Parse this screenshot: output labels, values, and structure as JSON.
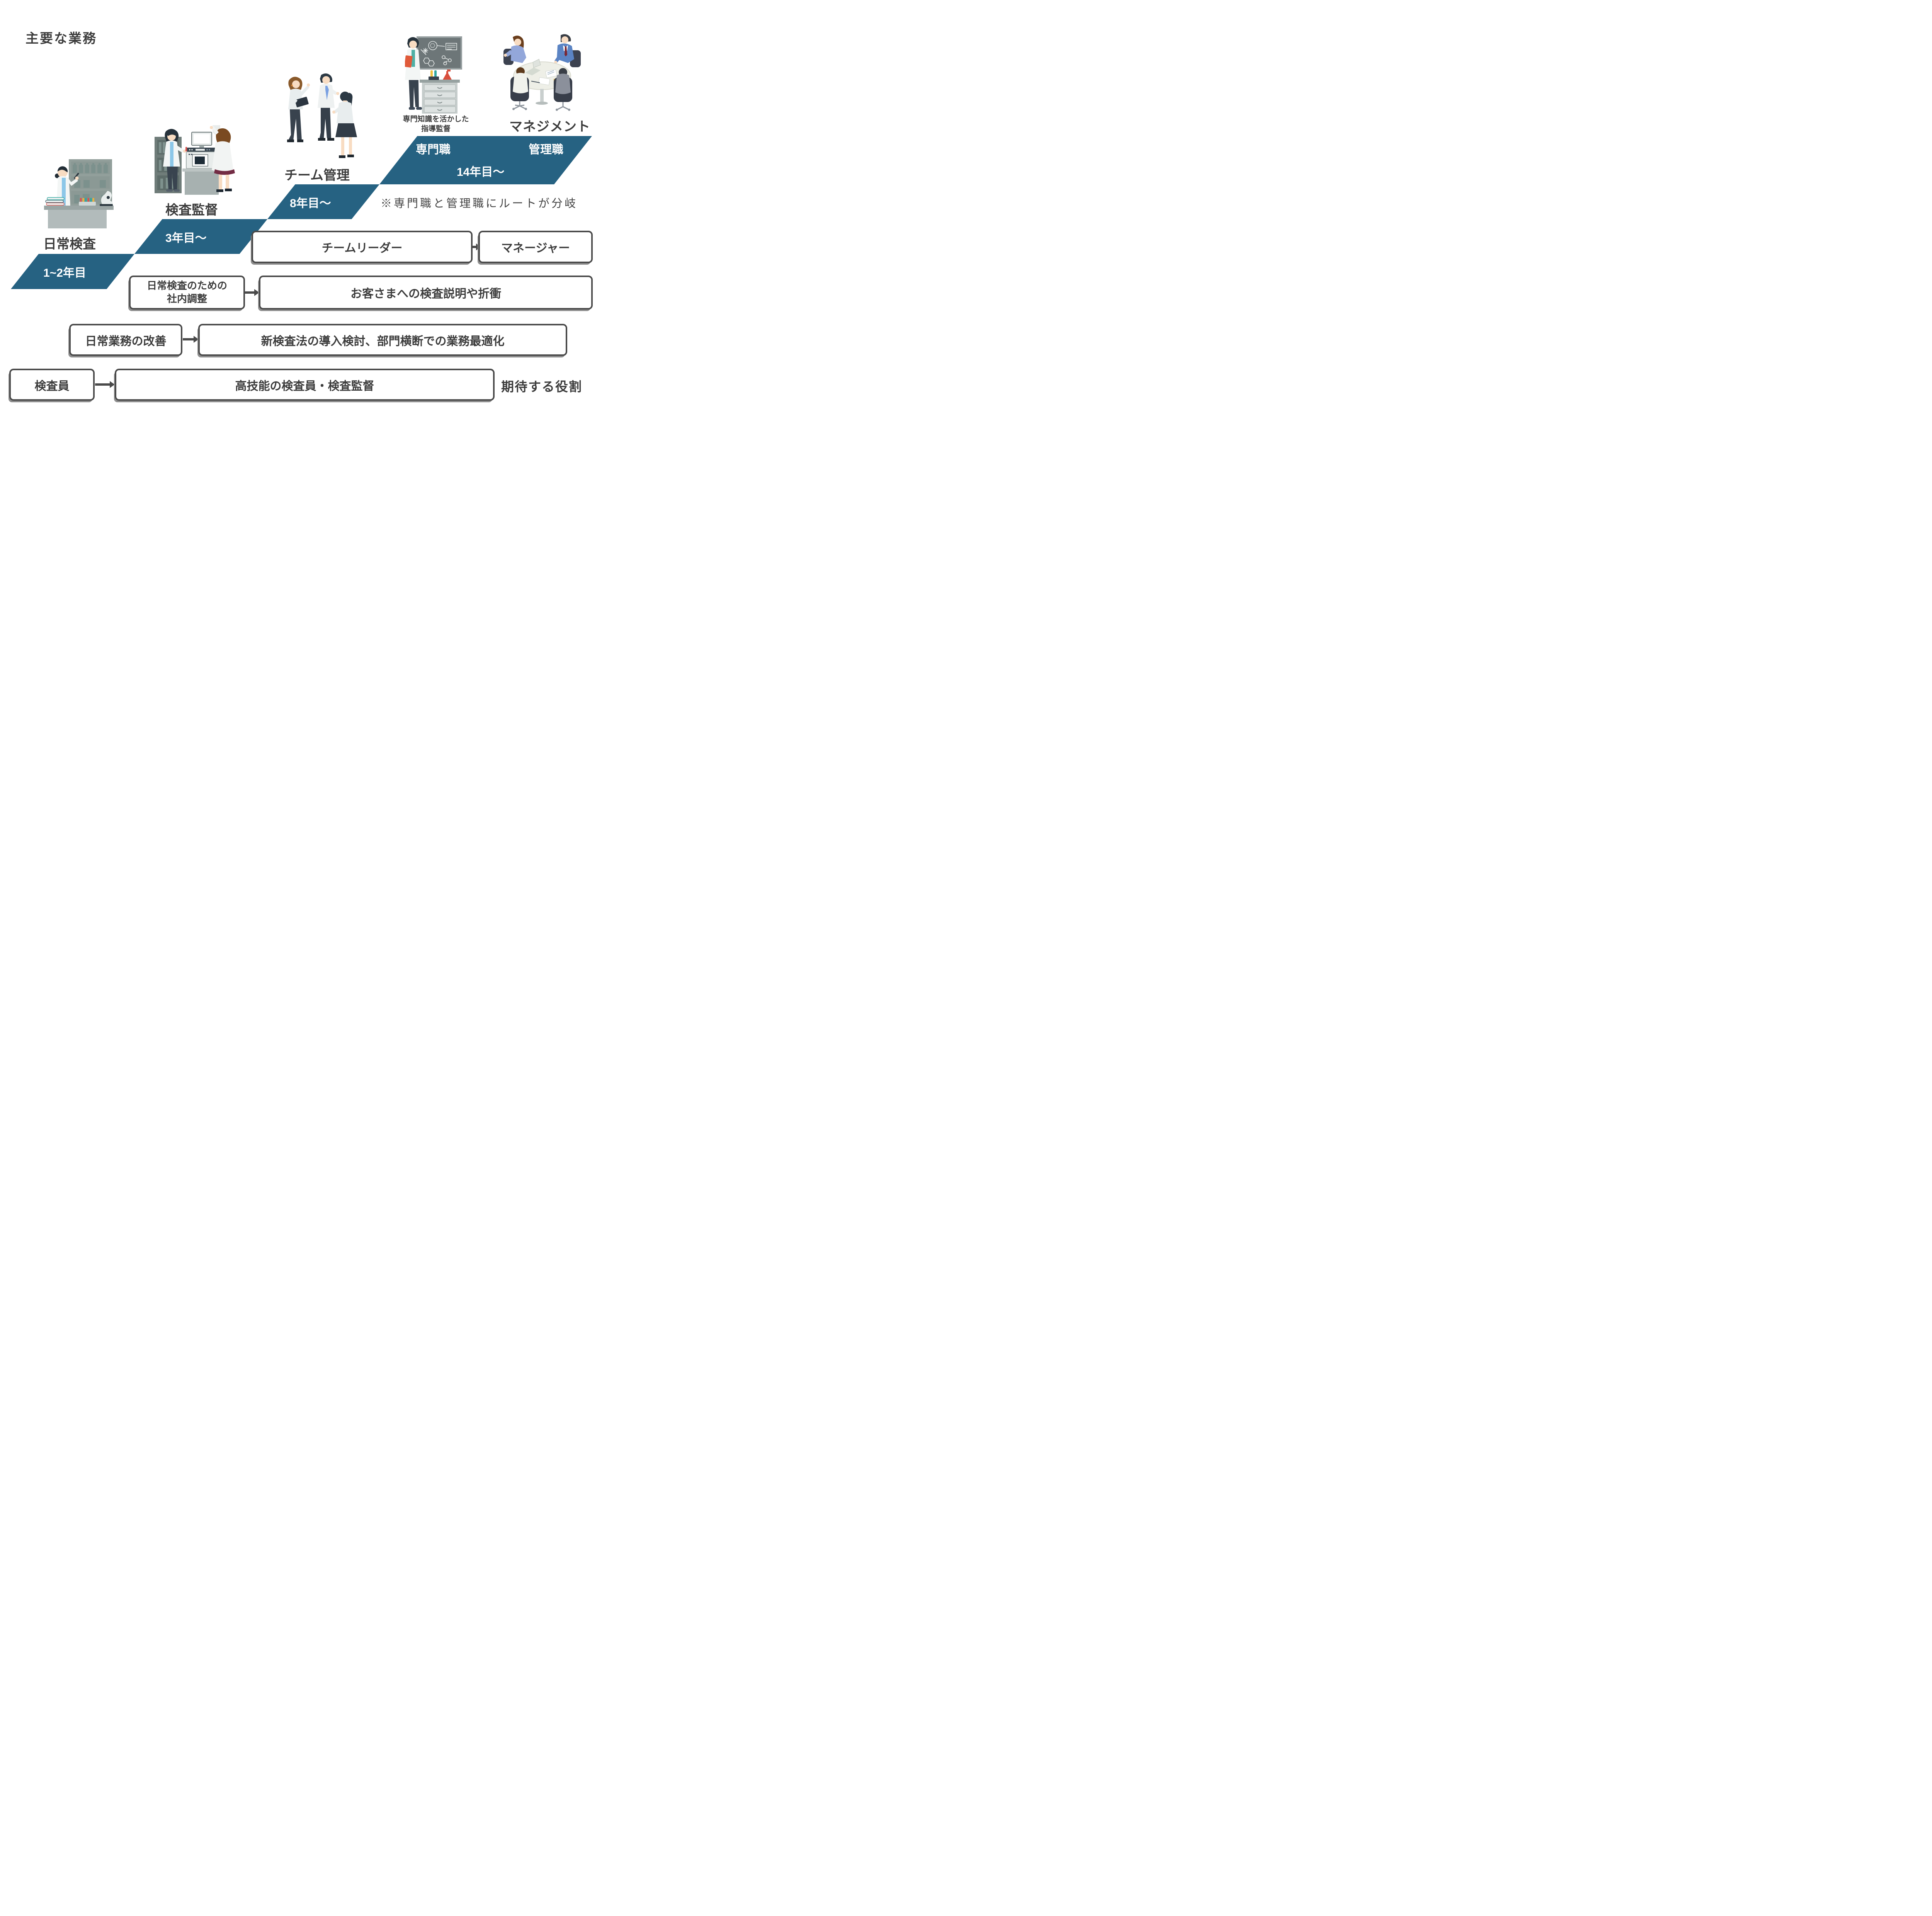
{
  "title": "主要な業務",
  "note": "※専門職と管理職にルートが分岐",
  "right_label": "期待する役割",
  "colors": {
    "accent_teal": "#266282",
    "text_dark": "#3c3c3c",
    "box_border": "#4a4a4a",
    "band_text": "#ffffff"
  },
  "steps": [
    {
      "name": "日常検査",
      "years": "1~2年目"
    },
    {
      "name": "検査監督",
      "years": "3年目〜"
    },
    {
      "name": "チーム管理",
      "years": "8年目〜"
    },
    {
      "years": "14年目〜",
      "track_left": "専門職",
      "track_right": "管理職",
      "caption": "専門知識を活かした\n指導監督",
      "management_label": "マネジメント"
    }
  ],
  "flow_rows": [
    {
      "from": "チームリーダー",
      "to": "マネージャー"
    },
    {
      "from": "日常検査のための\n社内調整",
      "to": "お客さまへの検査説明や折衝"
    },
    {
      "from": "日常業務の改善",
      "to": "新検査法の導入検討、部門横断での業務最適化"
    },
    {
      "from": "検査員",
      "to": "高技能の検査員・検査監督"
    }
  ],
  "illustrations": [
    {
      "name": "daily-inspection-lab-illustration"
    },
    {
      "name": "inspection-supervision-analyzer-illustration"
    },
    {
      "name": "team-management-discussion-illustration"
    },
    {
      "name": "specialist-guidance-lab-illustration"
    },
    {
      "name": "management-meeting-illustration"
    }
  ]
}
